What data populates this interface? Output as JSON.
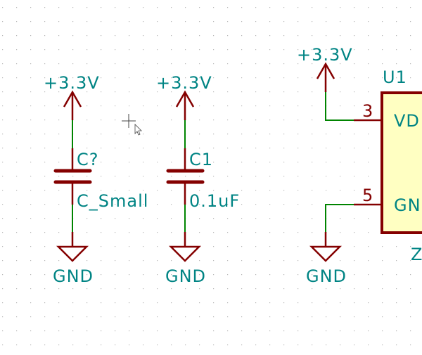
{
  "app": "schematic-editor",
  "colors": {
    "background": "#ffffff",
    "grid_dot": "#b8b8b8",
    "wire": "#008400",
    "component": "#840000",
    "text": "#008484",
    "pin_number": "#840000",
    "ic_fill": "#ffffc2",
    "cursor": "#444444"
  },
  "power_symbols": [
    {
      "id": "pwr-vcc-1",
      "label": "+3.3V"
    },
    {
      "id": "pwr-vcc-2",
      "label": "+3.3V"
    },
    {
      "id": "pwr-vcc-3",
      "label": "+3.3V"
    },
    {
      "id": "pwr-gnd-1",
      "label": "GND"
    },
    {
      "id": "pwr-gnd-2",
      "label": "GND"
    },
    {
      "id": "pwr-gnd-3",
      "label": "GND"
    }
  ],
  "components": [
    {
      "ref": "C?",
      "value": "C_Small"
    },
    {
      "ref": "C1",
      "value": "0.1uF"
    },
    {
      "ref": "U1",
      "value": "Z",
      "pins": [
        {
          "number": "3",
          "name": "VD"
        },
        {
          "number": "5",
          "name": "GN"
        }
      ]
    }
  ],
  "cursor": {
    "type": "crosshair"
  }
}
